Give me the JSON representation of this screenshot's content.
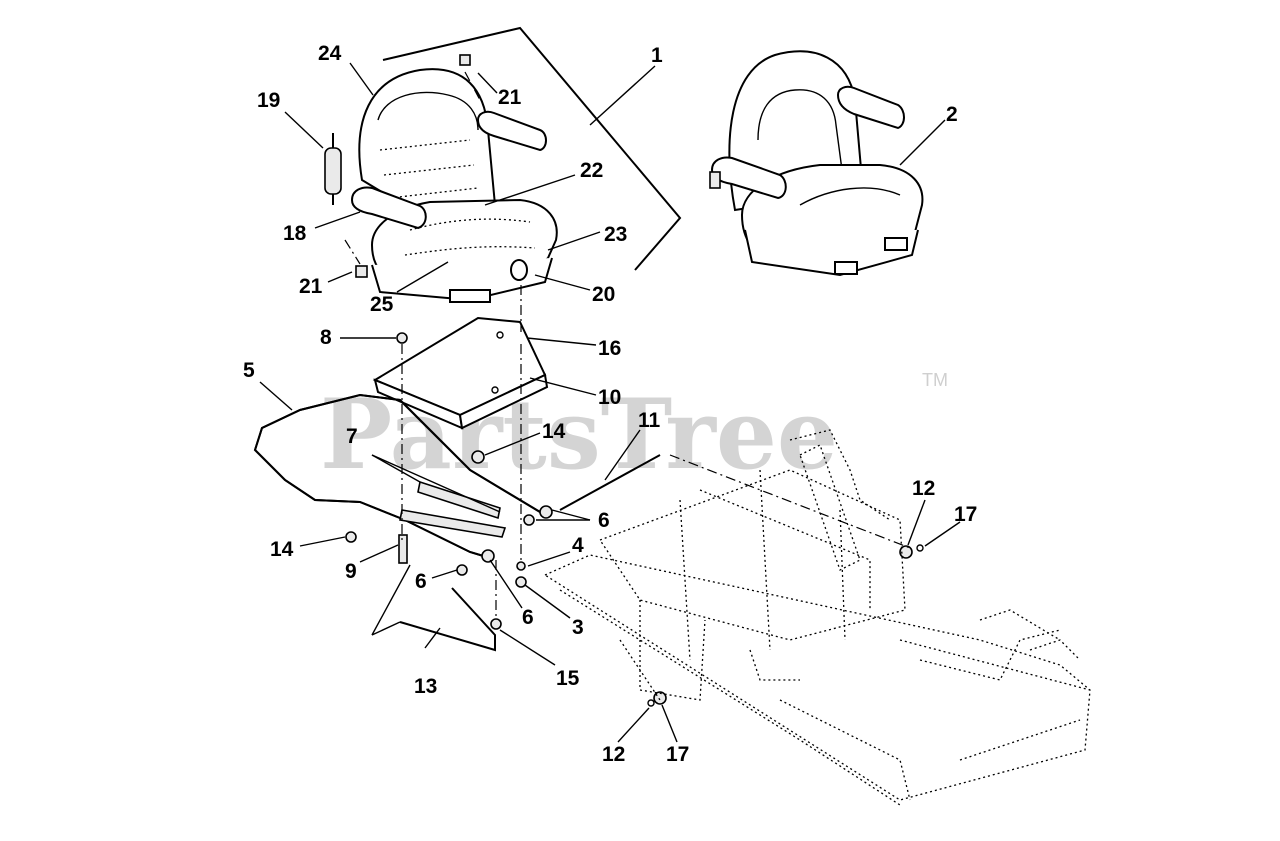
{
  "watermark": {
    "text": "PartsTree",
    "trademark": "TM"
  },
  "callouts": {
    "c1": "1",
    "c2": "2",
    "c3": "3",
    "c4": "4",
    "c5": "5",
    "c6a": "6",
    "c6b": "6",
    "c6c": "6",
    "c7": "7",
    "c8": "8",
    "c9": "9",
    "c10": "10",
    "c11": "11",
    "c12a": "12",
    "c12b": "12",
    "c13": "13",
    "c14a": "14",
    "c14b": "14",
    "c15": "15",
    "c16": "16",
    "c17a": "17",
    "c17b": "17",
    "c18": "18",
    "c19": "19",
    "c20": "20",
    "c21a": "21",
    "c21b": "21",
    "c22": "22",
    "c23": "23",
    "c24": "24",
    "c25": "25"
  }
}
